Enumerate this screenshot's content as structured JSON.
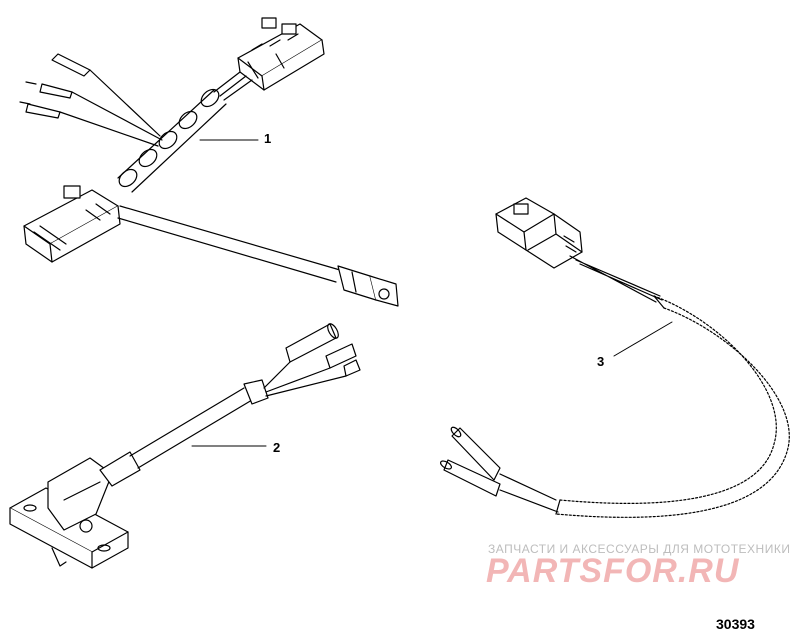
{
  "callouts": {
    "item_1": "1",
    "item_2": "2",
    "item_3": "3"
  },
  "watermark": {
    "line_1": "ЗАПЧАСТИ И АКСЕССУАРЫ ДЛЯ МОТОТЕХНИКИ",
    "line_2": "PARTSFOR.RU"
  },
  "figure_number": "30393",
  "colors": {
    "line": "#000000",
    "watermark_red": "#f2b6b6",
    "watermark_gray": "#bdbdbd"
  }
}
